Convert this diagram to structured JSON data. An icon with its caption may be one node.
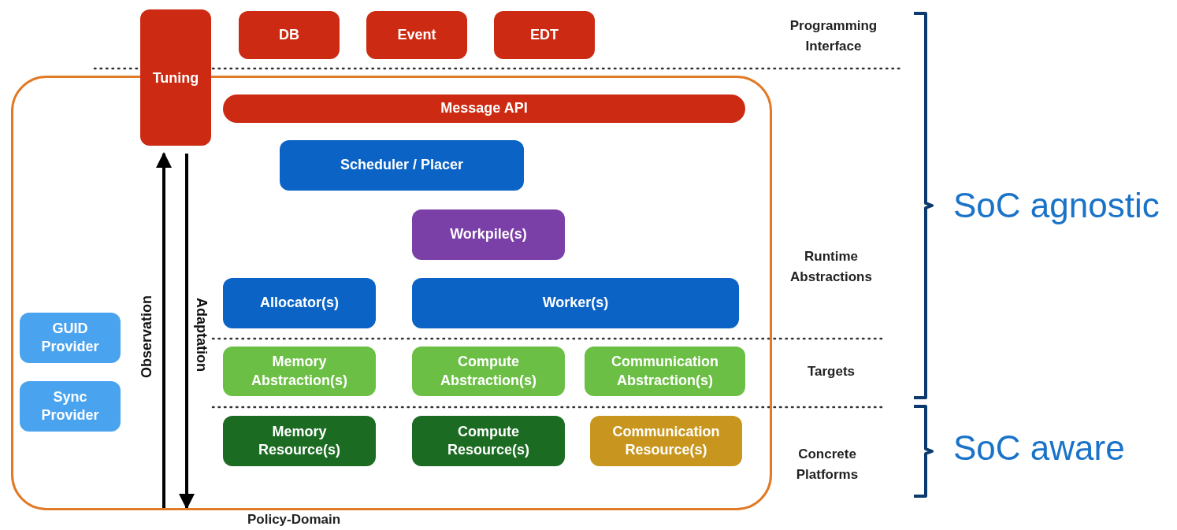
{
  "diagram": {
    "nodes": [
      {
        "text": [
          "Policy-Domain"
        ]
      },
      {
        "text": [
          "Tuning"
        ]
      },
      {
        "text": [
          "DB"
        ]
      },
      {
        "text": [
          "Event"
        ]
      },
      {
        "text": [
          "EDT"
        ]
      },
      {
        "text": [
          "Message API"
        ],
        "in": 0
      },
      {
        "text": [
          "Scheduler / Placer"
        ],
        "in": 0
      },
      {
        "text": [
          "Workpile(s)"
        ],
        "in": 0
      },
      {
        "text": [
          "Allocator(s)"
        ],
        "in": 0
      },
      {
        "text": [
          "Worker(s)"
        ],
        "in": 0
      },
      {
        "text": [
          "Memory Abstraction(s)"
        ],
        "in": 0
      },
      {
        "text": [
          "Compute Abstraction(s)"
        ],
        "in": 0
      },
      {
        "text": [
          "Communication Abstraction(s)"
        ],
        "in": 0
      },
      {
        "text": [
          "Memory Resource(s)"
        ],
        "in": 0
      },
      {
        "text": [
          "Compute Resource(s)"
        ],
        "in": 0
      },
      {
        "text": [
          "Communication Resource(s)"
        ],
        "in": 0
      },
      {
        "text": [
          "GUID Provider"
        ],
        "in": 0
      },
      {
        "text": [
          "Sync Provider"
        ],
        "in": 0
      }
    ],
    "edges": [
      {
        "from": 0,
        "to": 1,
        "arrow": "to",
        "label": "Observation"
      },
      {
        "from": 1,
        "to": 0,
        "arrow": "to",
        "label": "Adaptation"
      }
    ],
    "labels": [
      "Programming Interface",
      "Runtime Abstractions",
      "Targets",
      "Concrete Platforms",
      "SoC agnostic",
      "SoC aware"
    ]
  }
}
